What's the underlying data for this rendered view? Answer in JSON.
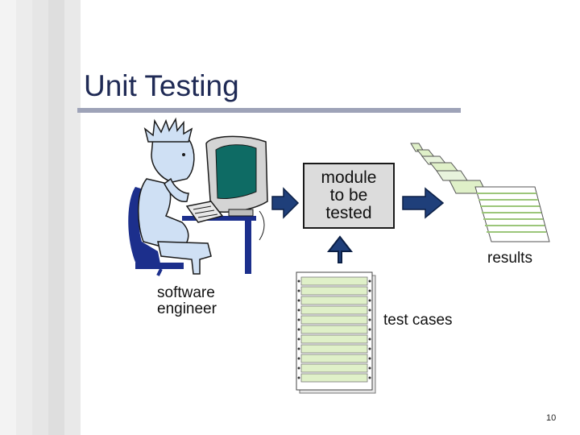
{
  "slide": {
    "title": "Unit Testing",
    "page_number": "10"
  },
  "diagram": {
    "module_label": "module\nto be\ntested",
    "engineer_label": "software\nengineer",
    "results_label": "results",
    "test_cases_label": "test cases"
  },
  "icons": [
    "engineer-at-computer-illustration",
    "arrow-right-icon",
    "arrow-up-icon",
    "results-sheets-stack-icon",
    "test-cases-sheet-icon"
  ],
  "colors": {
    "title": "#1f2a55",
    "arrow_fill": "#1f3f7a",
    "sheet_fill": "#dff0c8",
    "monitor_screen": "#0e6b64",
    "chair": "#1c2f8c"
  }
}
